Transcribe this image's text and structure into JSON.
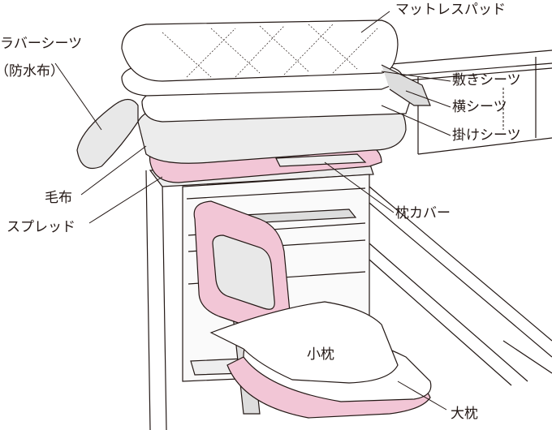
{
  "labels": {
    "mattress_pad": "マットレスパッド",
    "rubber_sheet": "ラバーシーツ",
    "rubber_sheet_note": "（防水布）",
    "bottom_sheet": "敷きシーツ",
    "draw_sheet": "横シーツ",
    "top_sheet": "掛けシーツ",
    "blanket": "毛布",
    "bedspread": "スプレッド",
    "pillowcase": "枕カバー",
    "small_pillow": "小枕",
    "large_pillow": "大枕"
  },
  "colors": {
    "pink": "#f2c6d6",
    "pink_dark": "#e6b3c6",
    "line": "#231815",
    "gray": "#e8e8e8"
  }
}
